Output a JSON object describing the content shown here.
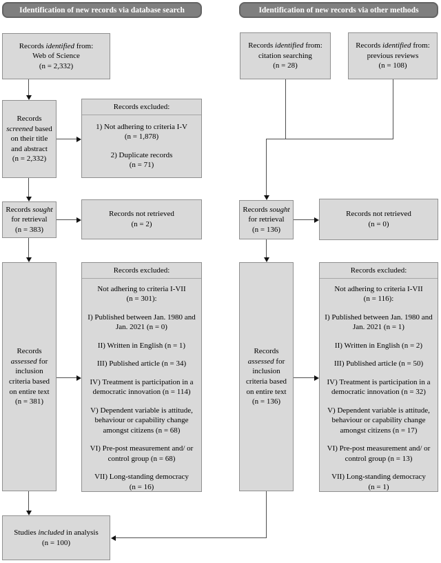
{
  "headers": {
    "database": "Identification of new records via database search",
    "other": "Identification of new records via other methods"
  },
  "colors": {
    "header_fill": "#7f7f7f",
    "header_border": "#636363",
    "header_text": "#ffffff",
    "box_fill": "#d9d9d9",
    "box_border": "#8f8f8f",
    "separator": "#a6a6a6",
    "line": "#4d4d4d",
    "arrowhead": "#141414",
    "body_text": "#000000"
  },
  "nodes": {
    "identified_database": {
      "pre": "Records ",
      "italic": "identified",
      "post": " from:\nWeb of Science\n(n = 2,332)"
    },
    "identified_citation": {
      "pre": "Records ",
      "italic": "identified",
      "post": " from:\ncitation searching\n(n = 28)"
    },
    "identified_reviews": {
      "pre": "Records ",
      "italic": "identified",
      "post": " from:\nprevious reviews\n(n = 108)"
    },
    "screened": {
      "pre": "Records ",
      "italic": "screened",
      "post": " based on their title and abstract\n(n = 2,332)"
    },
    "excluded_screening": {
      "header": "Records excluded:",
      "items": [
        "1) Not adhering to criteria I-V\n(n = 1,878)",
        "2) Duplicate records\n(n = 71)"
      ]
    },
    "sought_database": {
      "pre": "Records ",
      "italic": "sought",
      "post": " for retrieval\n(n = 383)"
    },
    "not_retrieved_database": {
      "text": "Records not retrieved\n(n = 2)"
    },
    "sought_other": {
      "pre": "Records ",
      "italic": "sought",
      "post": " for retrieval\n(n = 136)"
    },
    "not_retrieved_other": {
      "text": "Records not retrieved\n(n = 0)"
    },
    "assessed_database": {
      "pre": "Records ",
      "italic": "assessed",
      "post": " for inclusion criteria based on entire text\n(n = 381)"
    },
    "excluded_assessment_database": {
      "header": "Records excluded:",
      "items": [
        "Not adhering to criteria I-VII\n(n = 301):",
        "I) Published between Jan. 1980 and Jan. 2021 (n = 0)",
        "II) Written in English (n = 1)",
        "III) Published article (n = 34)",
        "IV) Treatment is participation in a democratic innovation (n = 114)",
        "V) Dependent variable is attitude, behaviour or capability change amongst citizens (n = 68)",
        "VI) Pre-post measurement and/ or control group (n = 68)",
        "VII) Long-standing democracy\n(n = 16)"
      ]
    },
    "assessed_other": {
      "pre": "Records ",
      "italic": "assessed",
      "post": " for inclusion criteria based on entire text\n(n = 136)"
    },
    "excluded_assessment_other": {
      "header": "Records excluded:",
      "items": [
        "Not adhering to criteria I-VII\n(n = 116):",
        "I) Published between Jan. 1980 and Jan. 2021 (n = 1)",
        "II) Written in English (n = 2)",
        "III) Published article (n = 50)",
        "IV) Treatment is participation in a democratic innovation (n = 32)",
        "V) Dependent variable is attitude, behaviour or capability change amongst citizens (n = 17)",
        "VI) Pre-post measurement and/ or control group (n = 13)",
        "VII) Long-standing democracy\n(n = 1)"
      ]
    },
    "included": {
      "pre": "Studies ",
      "italic": "included",
      "post": " in analysis\n(n = 100)"
    }
  }
}
